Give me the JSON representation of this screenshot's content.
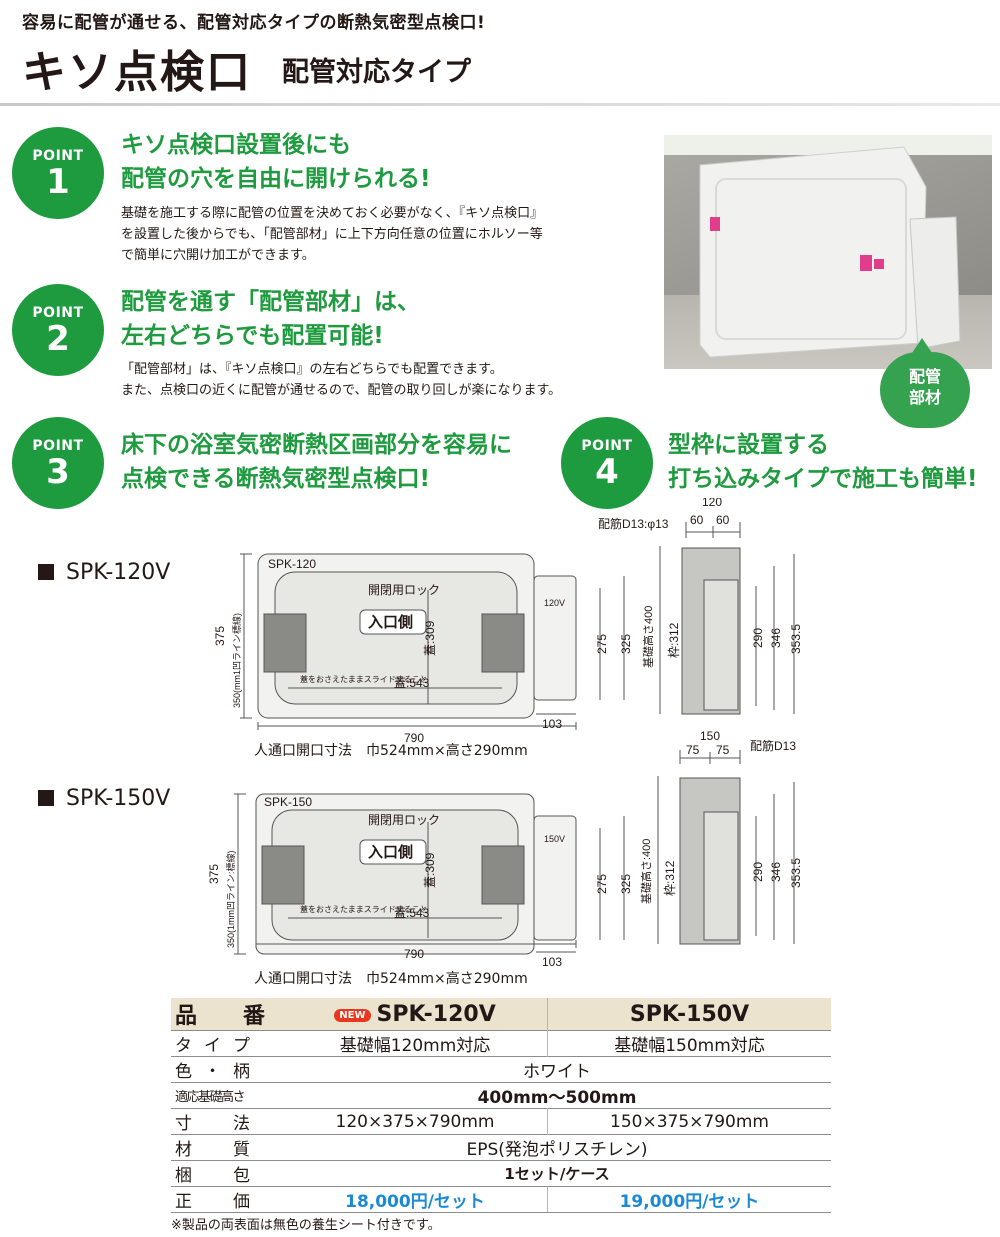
{
  "header": {
    "tagline": "容易に配管が通せる、配管対応タイプの断熱気密型点検口!",
    "title": "キソ点検口",
    "subtitle": "配管対応タイプ"
  },
  "points": [
    {
      "label": "POINT",
      "number": "1",
      "headline": [
        "キソ点検口設置後にも",
        "配管の穴を自由に開けられる!"
      ],
      "body": [
        "基礎を施工する際に配管の位置を決めておく必要がなく、『キソ点検口』",
        "を設置した後からでも、「配管部材」に上下方向任意の位置にホルソー等",
        "で簡単に穴開け加工ができます。"
      ]
    },
    {
      "label": "POINT",
      "number": "2",
      "headline": [
        "配管を通す「配管部材」は、",
        "左右どちらでも配置可能!"
      ],
      "body": [
        "「配管部材」は、『キソ点検口』の左右どちらでも配置できます。",
        "また、点検口の近くに配管が通せるので、配管の取り回しが楽になります。"
      ]
    },
    {
      "label": "POINT",
      "number": "3",
      "headline": [
        "床下の浴室気密断熱区画部分を容易に",
        "点検できる断熱気密型点検口!"
      ]
    },
    {
      "label": "POINT",
      "number": "4",
      "headline": [
        "型枠に設置する",
        "打ち込みタイプで施工も簡単!"
      ]
    }
  ],
  "photo_tag": [
    "配管",
    "部材"
  ],
  "diagrams": [
    {
      "model": "SPK-120V",
      "front": {
        "w": "790",
        "h": "375",
        "h2": "350(mm1凹ライン標線)",
        "lid_w": "蓋:543",
        "lid_h": "蓋:309",
        "lock": "開閉用ロック",
        "entrance": "入口側",
        "part_w": "103",
        "part_h1": "275",
        "part_h2": "325",
        "top_label": "SPK-120",
        "tag": "120V",
        "slide": "蓋をおさえたままスライドすること"
      },
      "side": {
        "w": "120",
        "w1": "60",
        "w2": "60",
        "rebar": "配筋D13:φ13",
        "base_h": "基礎高さ400",
        "frame_h": "枠:312",
        "h1": "290",
        "h2": "346",
        "h3": "353.5"
      },
      "caption": "人通口開口寸法　巾524mm×高さ290mm"
    },
    {
      "model": "SPK-150V",
      "front": {
        "w": "790",
        "h": "375",
        "h2": "350(1mm凹ライン:標線)",
        "lid_w": "蓋:543",
        "lid_h": "蓋:309",
        "lock": "開閉用ロック",
        "entrance": "入口側",
        "part_w": "103",
        "part_h1": "275",
        "part_h2": "325",
        "top_label": "SPK-150",
        "tag": "150V",
        "slide": "蓋をおさえたままスライドすること"
      },
      "side": {
        "w": "150",
        "w1": "75",
        "w2": "75",
        "rebar": "配筋D13",
        "base_h": "基礎高さ:400",
        "frame_h": "枠:312",
        "h1": "290",
        "h2": "346",
        "h3": "353.5"
      },
      "caption": "人通口開口寸法　巾524mm×高さ290mm"
    }
  ],
  "spec": {
    "header": {
      "label": "品　番",
      "new": "NEW",
      "c1": "SPK-120V",
      "c2": "SPK-150V"
    },
    "rows": [
      {
        "label": "タイプ",
        "c1": "基礎幅120mm対応",
        "c2": "基礎幅150mm対応"
      },
      {
        "label": "色・柄",
        "span": "ホワイト"
      },
      {
        "label": "適応基礎高さ",
        "span": "400mm〜500mm"
      },
      {
        "label": "寸　法",
        "c1": "120×375×790mm",
        "c2": "150×375×790mm"
      },
      {
        "label": "材　質",
        "span": "EPS(発泡ポリスチレン)"
      },
      {
        "label": "梱　包",
        "span": "1セット/ケース"
      },
      {
        "label": "正　価",
        "c1": "18,000円/セット",
        "c2": "19,000円/セット"
      }
    ]
  },
  "footnote": "※製品の両表面は無色の養生シート付きです。",
  "colors": {
    "green": "#1e9b3e",
    "price_blue": "#1a8ad4",
    "table_header": "#ece3cf",
    "new_badge": "#e8381e"
  }
}
